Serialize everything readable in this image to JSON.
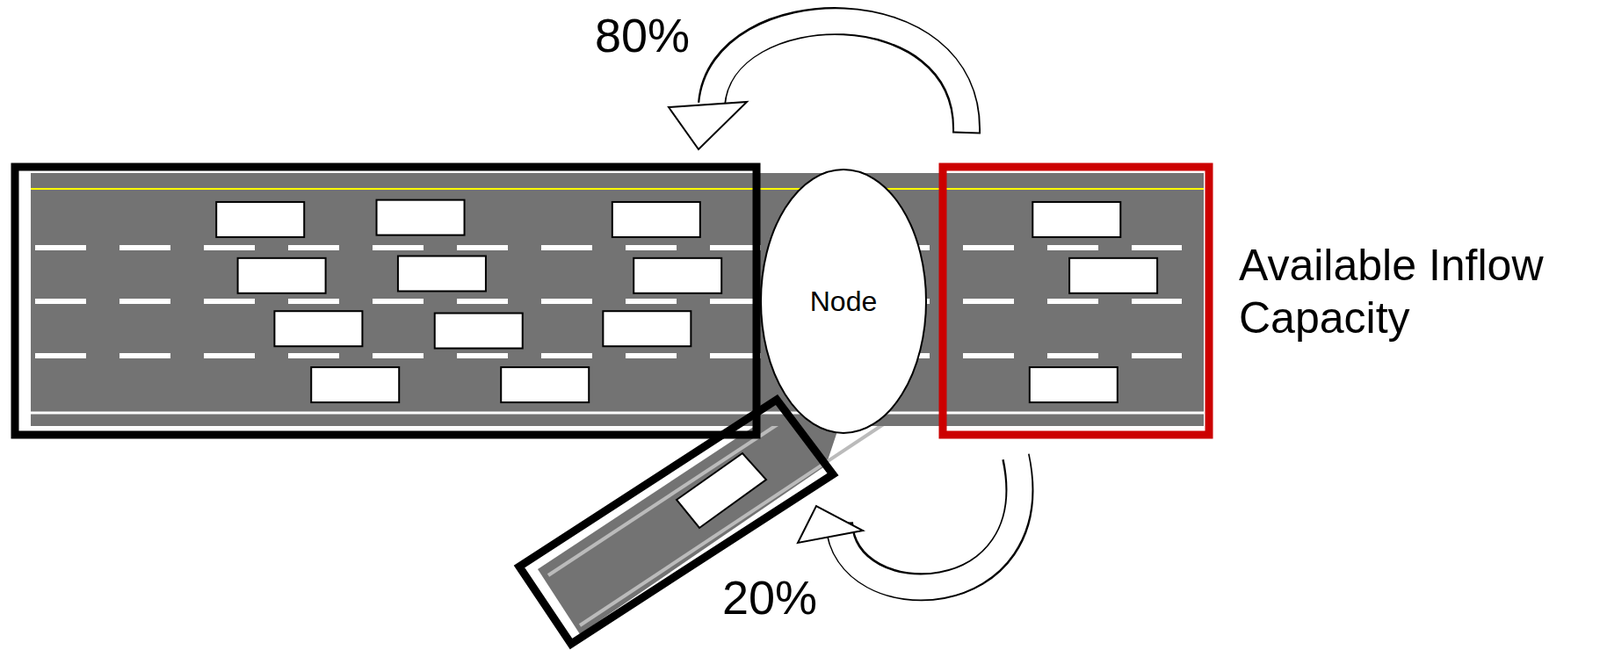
{
  "diagram": {
    "nodes": [
      {
        "text": [
          "Node"
        ]
      }
    ],
    "labels": [
      "80%",
      "20%",
      "Available Inflow Capacity"
    ]
  }
}
